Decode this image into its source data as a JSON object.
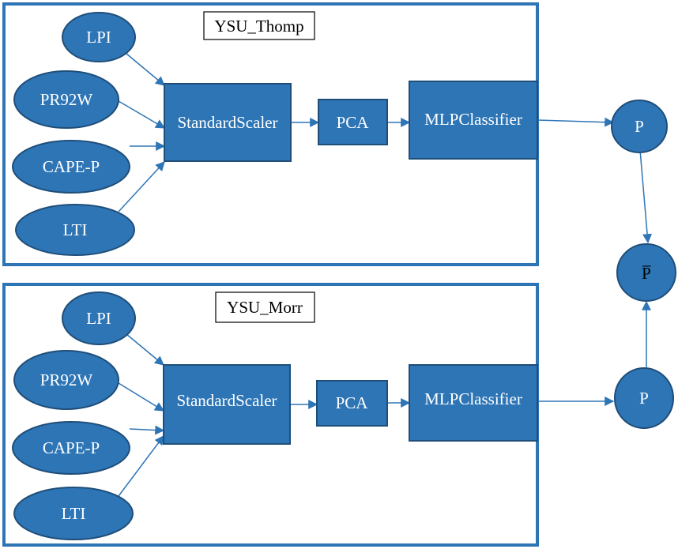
{
  "colors": {
    "node_fill": "#2E75B6",
    "node_stroke": "#1F4E79",
    "edge": "#2E75B6",
    "panel_border": "#2E75B6"
  },
  "panels": [
    {
      "label": "YSU_Thomp",
      "inputs": [
        "LPI",
        "PR92W",
        "CAPE-P",
        "LTI"
      ],
      "steps": [
        "StandardScaler",
        "PCA",
        "MLPClassifier"
      ],
      "output": "P"
    },
    {
      "label": "YSU_Morr",
      "inputs": [
        "LPI",
        "PR92W",
        "CAPE-P",
        "LTI"
      ],
      "steps": [
        "StandardScaler",
        "PCA",
        "MLPClassifier"
      ],
      "output": "P"
    }
  ],
  "final_output": "P̅"
}
